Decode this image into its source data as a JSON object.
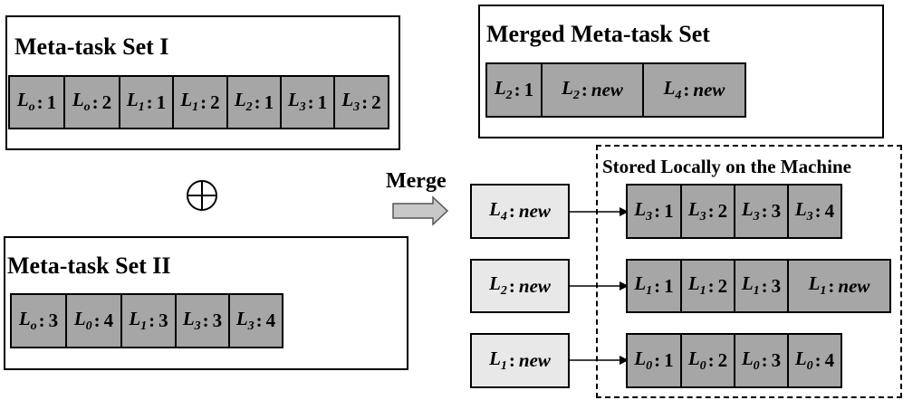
{
  "set1": {
    "title": "Meta-task Set I",
    "cells": [
      {
        "L": "L",
        "s": "o",
        "v": "1"
      },
      {
        "L": "L",
        "s": "o",
        "v": "2"
      },
      {
        "L": "L",
        "s": "1",
        "v": "1"
      },
      {
        "L": "L",
        "s": "1",
        "v": "2"
      },
      {
        "L": "L",
        "s": "2",
        "v": "1"
      },
      {
        "L": "L",
        "s": "3",
        "v": "1"
      },
      {
        "L": "L",
        "s": "3",
        "v": "2"
      }
    ]
  },
  "set2": {
    "title": "Meta-task Set II",
    "cells": [
      {
        "L": "L",
        "s": "o",
        "v": "3"
      },
      {
        "L": "L",
        "s": "0",
        "v": "4"
      },
      {
        "L": "L",
        "s": "1",
        "v": "3"
      },
      {
        "L": "L",
        "s": "3",
        "v": "3"
      },
      {
        "L": "L",
        "s": "3",
        "v": "4"
      }
    ]
  },
  "merged": {
    "title": "Merged Meta-task Set",
    "cells": [
      {
        "L": "L",
        "s": "2",
        "v": "1"
      },
      {
        "L": "L",
        "s": "2",
        "v": "new"
      },
      {
        "L": "L",
        "s": "4",
        "v": "new"
      }
    ]
  },
  "operator": "⊕",
  "merge_label": "Merge",
  "stored_title": "Stored Locally on the Machine",
  "rows": [
    {
      "new": {
        "L": "L",
        "s": "4",
        "v": "new"
      },
      "cells": [
        {
          "L": "L",
          "s": "3",
          "v": "1"
        },
        {
          "L": "L",
          "s": "3",
          "v": "2"
        },
        {
          "L": "L",
          "s": "3",
          "v": "3"
        },
        {
          "L": "L",
          "s": "3",
          "v": "4"
        }
      ]
    },
    {
      "new": {
        "L": "L",
        "s": "2",
        "v": "new"
      },
      "cells": [
        {
          "L": "L",
          "s": "1",
          "v": "1"
        },
        {
          "L": "L",
          "s": "1",
          "v": "2"
        },
        {
          "L": "L",
          "s": "1",
          "v": "3"
        },
        {
          "L": "L",
          "s": "1",
          "v": "new"
        }
      ]
    },
    {
      "new": {
        "L": "L",
        "s": "1",
        "v": "new"
      },
      "cells": [
        {
          "L": "L",
          "s": "0",
          "v": "1"
        },
        {
          "L": "L",
          "s": "0",
          "v": "2"
        },
        {
          "L": "L",
          "s": "0",
          "v": "3"
        },
        {
          "L": "L",
          "s": "0",
          "v": "4"
        }
      ]
    }
  ]
}
